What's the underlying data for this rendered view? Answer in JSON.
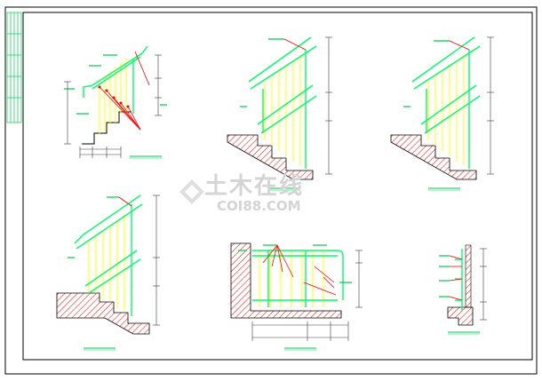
{
  "sheet": {
    "background": "#ffffff",
    "line_color": "#000000"
  },
  "colors": {
    "rail": "#00ff66",
    "baluster": "#ffff00",
    "dimension": "#3a3a3a",
    "leader": "#ff0000",
    "callout": "#00c853",
    "hatch": "#ff0000",
    "caption": "#00c853"
  },
  "watermark": {
    "cn": "土木在线",
    "en": "COI88.COM",
    "logo_icon": "diamond-logo-icon"
  },
  "details": [
    {
      "id": "detail-1",
      "type": "railing-stair-section",
      "callout_count": 5
    },
    {
      "id": "detail-2",
      "type": "railing-stair-section"
    },
    {
      "id": "detail-3",
      "type": "railing-stair-section"
    },
    {
      "id": "detail-4",
      "type": "railing-stair-section"
    },
    {
      "id": "detail-5",
      "type": "railing-wall-plan",
      "callout_count": 6
    },
    {
      "id": "detail-6",
      "type": "wall-handrail-section",
      "callout_count": 4
    }
  ]
}
